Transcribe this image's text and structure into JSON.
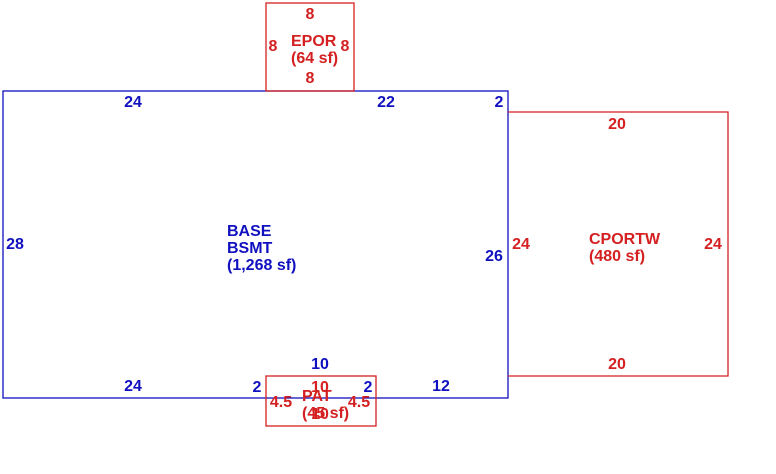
{
  "colors": {
    "base": "#1010c0",
    "addition": "#d42020"
  },
  "areas": {
    "base": {
      "name1": "BASE",
      "name2": "BSMT",
      "area": "(1,268 sf)"
    },
    "epor": {
      "name": "EPOR",
      "area": "(64 sf)"
    },
    "cportw": {
      "name": "CPORTW",
      "area": "(480 sf)"
    },
    "pat": {
      "name": "PAT",
      "area": "(45 sf)"
    }
  },
  "dims": {
    "base_top_left": "24",
    "base_top_mid": "22",
    "base_top_right": "2",
    "base_left": "28",
    "base_right": "26",
    "base_bottom_left": "24",
    "base_bottom_step_left": "2",
    "base_bottom_notch": "10",
    "base_bottom_step_right": "2",
    "base_bottom_right": "12",
    "epor_top": "8",
    "epor_left": "8",
    "epor_right": "8",
    "epor_bottom": "8",
    "cport_top": "20",
    "cport_left": "24",
    "cport_right": "24",
    "cport_bottom": "20",
    "pat_top": "10",
    "pat_left": "4.5",
    "pat_right": "4.5",
    "pat_bottom": "10"
  }
}
